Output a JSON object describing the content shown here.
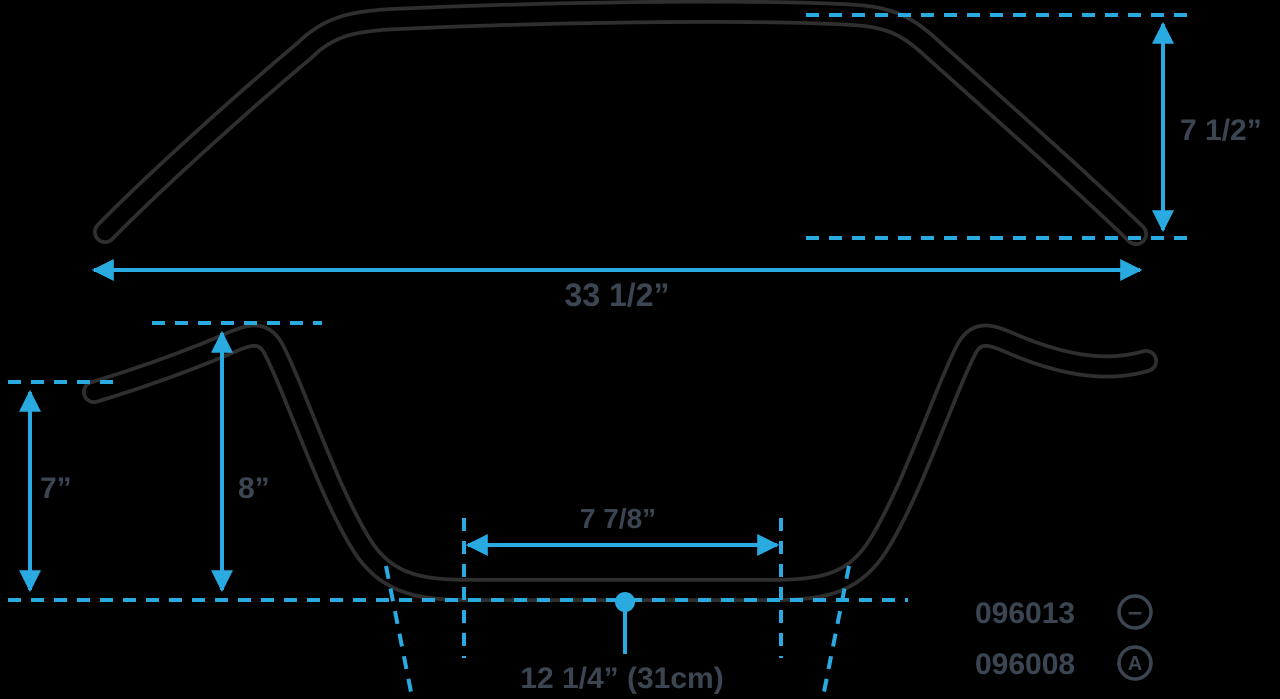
{
  "colors": {
    "background": "#000000",
    "accent_cyan": "#29abe2",
    "linework": "#2f2f2f",
    "label_text": "#3c4653"
  },
  "top_view": {
    "pullback_label": "7 1/2”",
    "overall_width_label": "33 1/2”"
  },
  "front_view": {
    "end_rise_label": "7”",
    "center_rise_label": "8”",
    "clamp_width_label": "7 7/8”",
    "knurl_width_label": "12 1/4” (31cm)"
  },
  "part_numbers": [
    {
      "number": "096013",
      "symbol": "–"
    },
    {
      "number": "096008",
      "symbol": "A"
    }
  ]
}
